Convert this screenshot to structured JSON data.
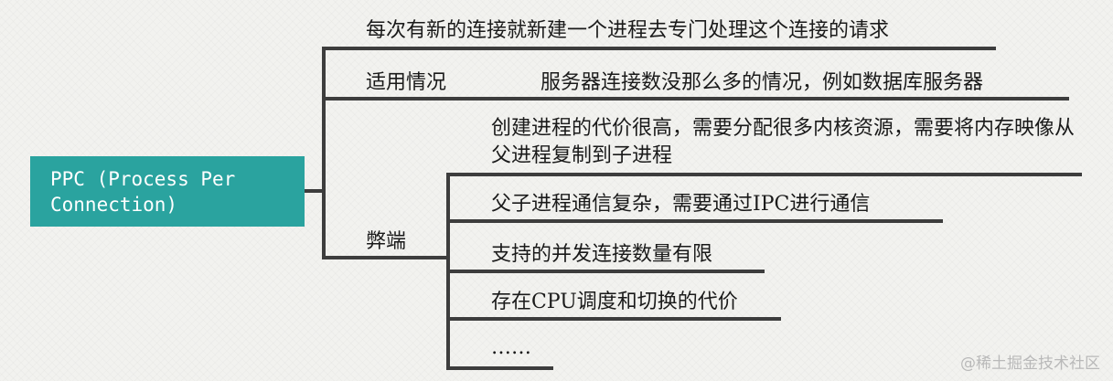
{
  "mindmap": {
    "root": "PPC (Process Per\nConnection)",
    "branches": [
      {
        "label": "每次有新的连接就新建一个进程去专门处理这个连接的请求"
      },
      {
        "label": "适用情况",
        "detail": "服务器连接数没那么多的情况，例如数据库服务器"
      },
      {
        "label": "弊端",
        "items": [
          "创建进程的代价很高，需要分配很多内核资源，需要将内存映像从父进程复制到子进程",
          "父子进程通信复杂，需要通过IPC进行通信",
          "支持的并发连接数量有限",
          "存在CPU调度和切换的代价",
          "……"
        ]
      }
    ]
  },
  "watermark": "@稀土掘金技术社区",
  "colors": {
    "root_fill": "#2aa39f",
    "connector": "#3d3d3d",
    "background": "#f2f2ef"
  }
}
